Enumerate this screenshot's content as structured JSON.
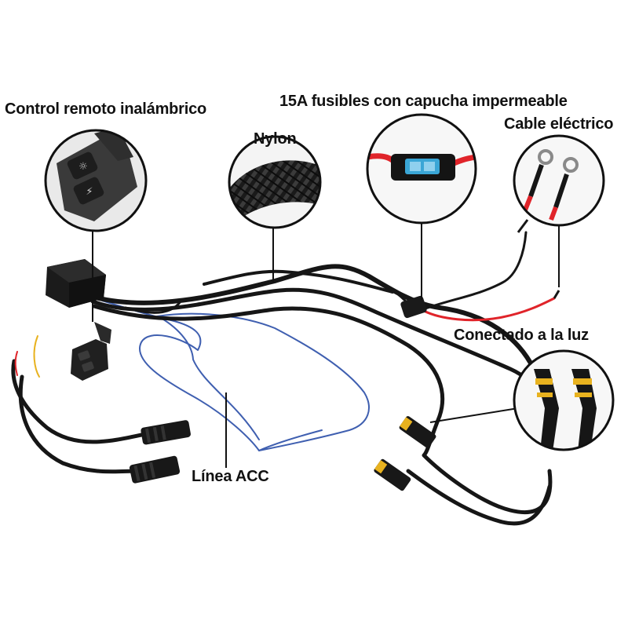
{
  "labels": {
    "remote": "Control remoto inalámbrico",
    "fuse": "15A fusibles con capucha impermeable",
    "nylon": "Nylon",
    "cable": "Cable eléctrico",
    "light": "Conectado a la luz",
    "acc": "Línea ACC"
  },
  "colors": {
    "wire_black": "#161616",
    "wire_blue": "#3f5fb0",
    "wire_red": "#e0242a",
    "fuse_blue": "#3aa6d6",
    "connector_yellow": "#e8b21f"
  }
}
